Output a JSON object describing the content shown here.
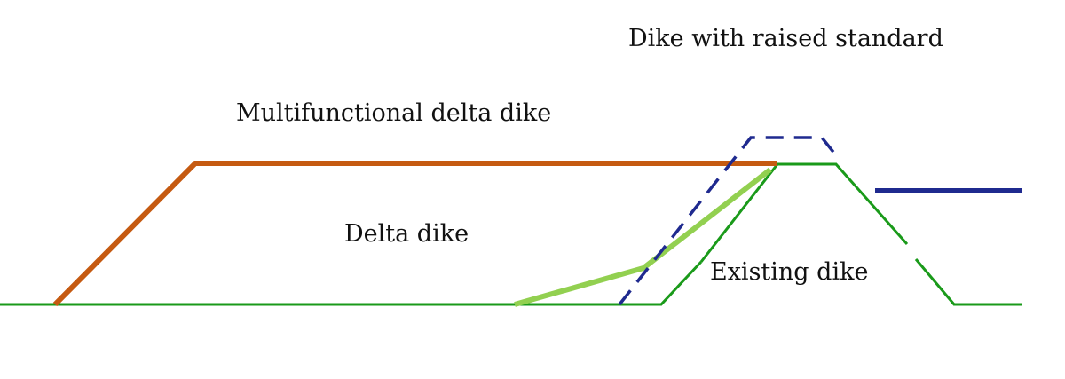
{
  "labels": {
    "raised_dike": "Dike with raised standard",
    "multifunctional": "Multifunctional delta dike",
    "delta_dike": "Delta dike",
    "existing_dike": "Existing dike"
  },
  "colors": {
    "background": "#ffffff",
    "ground_existing": "#1a9a1a",
    "multifunctional": "#c55a11",
    "delta_slope": "#92d050",
    "raised_standard": "#1f2a8f",
    "water_level": "#1f2a8f",
    "text": "#111111"
  }
}
